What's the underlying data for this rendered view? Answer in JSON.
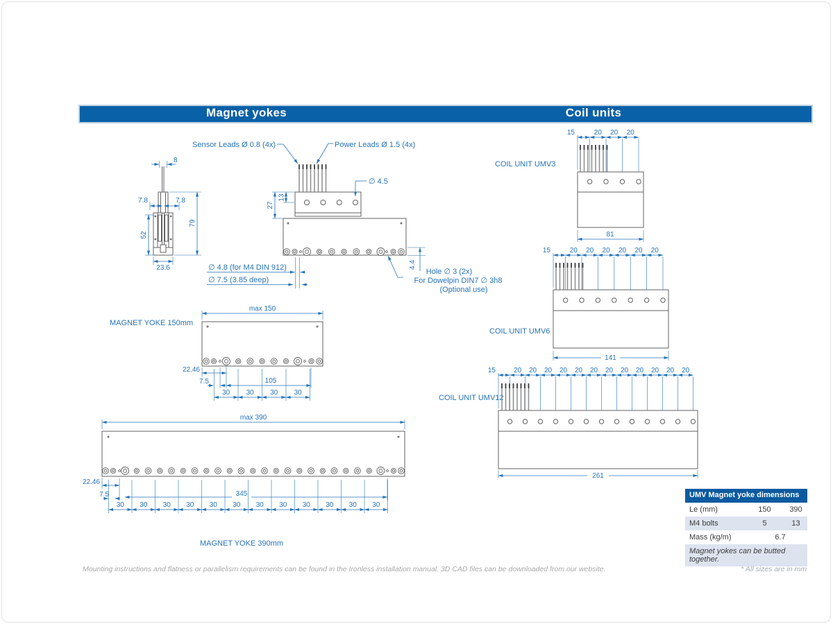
{
  "header": {
    "magnet_title": "Magnet yokes",
    "coil_title": "Coil units"
  },
  "colors": {
    "bar_blue": "#0961a7",
    "dimension_blue": "#2673b8",
    "table_header_blue": "#0b5aa0",
    "table_alt_row": "#dde3ef"
  },
  "cross_section": {
    "blade_width": "8",
    "offset_left": "7.8",
    "offset_right": "7.8",
    "inner_height": "52",
    "total_height": "79",
    "base_width": "23.6"
  },
  "side_view": {
    "sensor_leads": "Sensor Leads Ø 0.8 (4x)",
    "power_leads": "Power Leads Ø 1.5 (4x)",
    "hole_dia": "∅ 4.5",
    "coil_height": "27",
    "hole_offset": "13",
    "bolt_hole": "∅ 4.8 (for M4 DIN 912)",
    "counterbore": "∅ 7.5 (3.85 deep)",
    "edge_dist": "4.4",
    "dowel_l1": "Hole ∅ 3 (2x)",
    "dowel_l2": "For Dowelpin DIN7 ∅ 3h8",
    "dowel_l3": "(Optional use)"
  },
  "yoke150": {
    "title": "MAGNET YOKE 150mm",
    "max_width": "max 150",
    "edge_dim": "22.46",
    "pin_dim": "7.5",
    "span": "105",
    "pitch": [
      "30",
      "30",
      "30",
      "30"
    ]
  },
  "yoke390": {
    "title": "MAGNET YOKE 390mm",
    "max_width": "max 390",
    "edge_dim": "22.46",
    "pin_dim": "7.5",
    "span": "345",
    "pitch": [
      "30",
      "30",
      "30",
      "30",
      "30",
      "30",
      "30",
      "30",
      "30",
      "30",
      "30",
      "30"
    ]
  },
  "umv3": {
    "title": "COIL UNIT UMV3",
    "lead": "15",
    "pitch": [
      "20",
      "20",
      "20"
    ],
    "width": "81"
  },
  "umv6": {
    "title": "COIL UNIT UMV6",
    "lead": "15",
    "pitch": [
      "20",
      "20",
      "20",
      "20",
      "20",
      "20"
    ],
    "width": "141"
  },
  "umv12": {
    "title": "COIL UNIT UMV12",
    "lead": "15",
    "pitch": [
      "20",
      "20",
      "20",
      "20",
      "20",
      "20",
      "20",
      "20",
      "20",
      "20",
      "20",
      "20"
    ],
    "width": "261"
  },
  "table": {
    "title": "UMV Magnet yoke dimensions",
    "rows": [
      {
        "label": "Le (mm)",
        "v1": "150",
        "v2": "390"
      },
      {
        "label": "M4 bolts",
        "v1": "5",
        "v2": "13"
      },
      {
        "label": "Mass (kg/m)",
        "v": "6.7"
      }
    ],
    "note": "Magnet yokes can be butted together."
  },
  "footer": {
    "note": "Mounting instructions and flatness or parallelism requirements  can be found in the Ironless installation manual. 3D CAD files can be downloaded from our website.",
    "units": "* All sizes are in mm"
  }
}
